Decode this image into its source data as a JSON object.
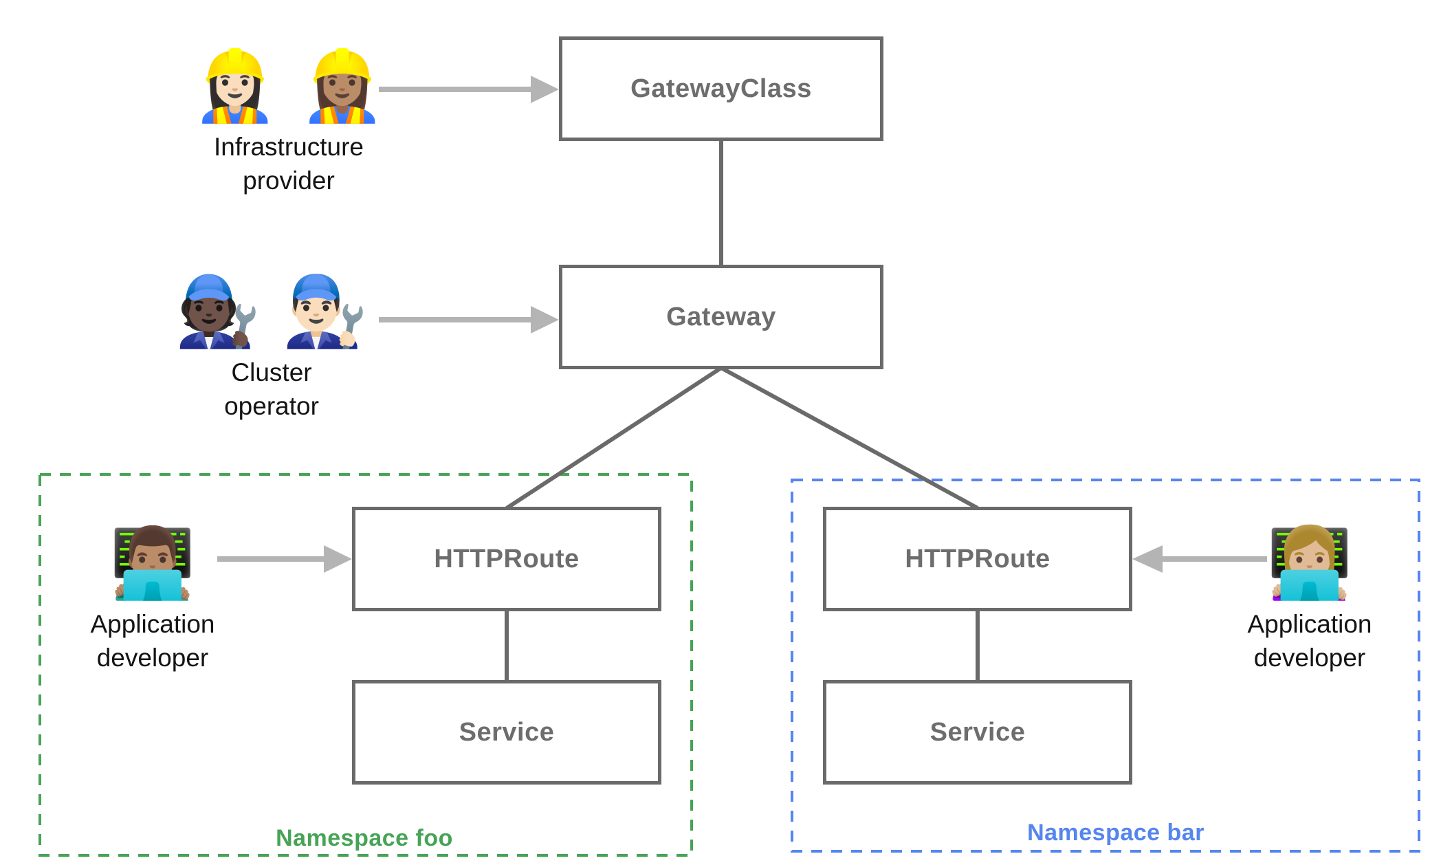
{
  "nodes": {
    "gateway_class": "GatewayClass",
    "gateway": "Gateway",
    "httproute_foo": "HTTPRoute",
    "httproute_bar": "HTTPRoute",
    "service_foo": "Service",
    "service_bar": "Service"
  },
  "namespaces": {
    "foo": {
      "label": "Namespace foo"
    },
    "bar": {
      "label": "Namespace bar"
    }
  },
  "personas": {
    "infrastructure": {
      "emoji": "👷🏻‍♀️ 👷🏽‍♀️",
      "label_lines": [
        "Infrastructure",
        "provider"
      ]
    },
    "cluster": {
      "emoji": "🧑🏿‍🔧 👨🏻‍🔧",
      "label_lines": [
        "Cluster",
        "operator"
      ]
    },
    "dev_foo": {
      "emoji": "👨🏽‍💻",
      "label_lines": [
        "Application",
        "developer"
      ]
    },
    "dev_bar": {
      "emoji": "👩🏼‍💻",
      "label_lines": [
        "Application",
        "developer"
      ]
    }
  },
  "colors": {
    "box_border": "#6a6a6a",
    "box_text": "#6d6d6d",
    "connector": "#6a6a6a",
    "arrow": "#b4b4b4",
    "label_text": "#141414",
    "namespace_foo": "#47a356",
    "namespace_bar": "#5585ef"
  }
}
